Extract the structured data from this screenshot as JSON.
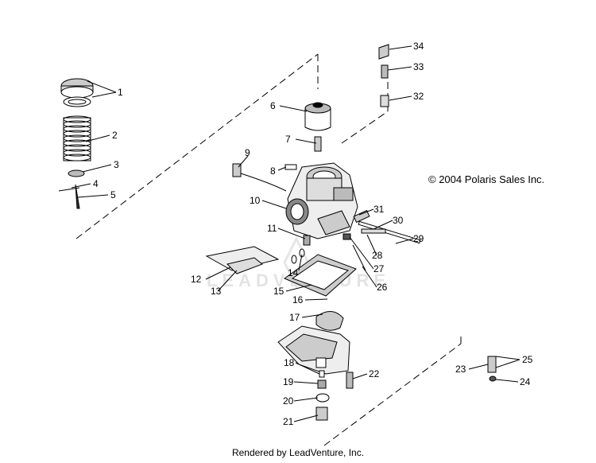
{
  "copyright": "© 2004 Polaris Sales Inc.",
  "footer": "Rendered by LeadVenture, Inc.",
  "watermark": "LEADVENTURE",
  "callouts": [
    "1",
    "2",
    "3",
    "4",
    "5",
    "6",
    "7",
    "8",
    "9",
    "10",
    "11",
    "12",
    "13",
    "14",
    "15",
    "16",
    "17",
    "18",
    "19",
    "20",
    "21",
    "22",
    "23",
    "24",
    "25",
    "26",
    "27",
    "28",
    "29",
    "30",
    "31",
    "32",
    "33",
    "34"
  ]
}
